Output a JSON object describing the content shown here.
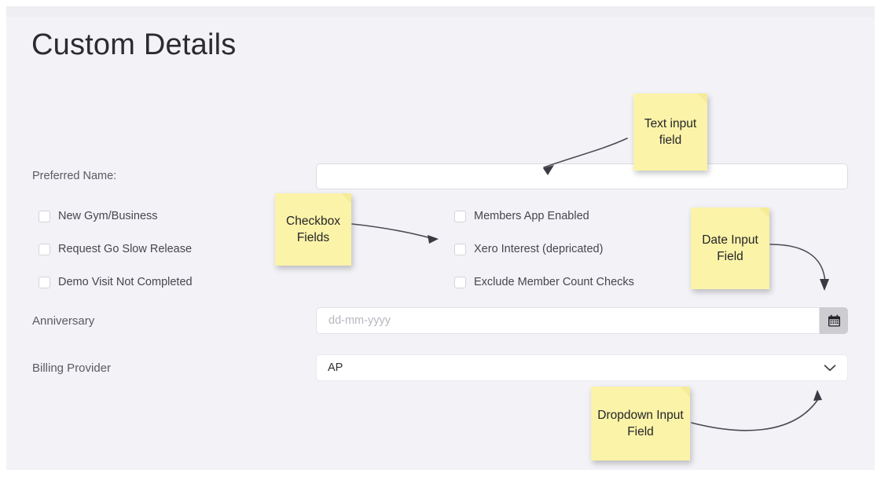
{
  "page": {
    "title": "Custom Details"
  },
  "form": {
    "preferred_name": {
      "label": "Preferred Name:",
      "value": "",
      "placeholder": ""
    },
    "anniversary": {
      "label": "Anniversary",
      "value": "",
      "placeholder": "dd-mm-yyyy",
      "button_icon": "calendar-icon"
    },
    "billing_provider": {
      "label": "Billing Provider",
      "value": "AP",
      "chevron_icon": "chevron-down-icon"
    },
    "checkboxes_left": [
      {
        "label": "New Gym/Business",
        "checked": false
      },
      {
        "label": "Request Go Slow Release",
        "checked": false
      },
      {
        "label": "Demo Visit Not Completed",
        "checked": false
      }
    ],
    "checkboxes_right": [
      {
        "label": "Members App Enabled",
        "checked": false
      },
      {
        "label": "Xero Interest (depricated)",
        "checked": false
      },
      {
        "label": "Exclude Member Count Checks",
        "checked": false
      }
    ]
  },
  "annotations": [
    {
      "id": "text-input",
      "text": "Text input field"
    },
    {
      "id": "checkbox",
      "text": "Checkbox Fields"
    },
    {
      "id": "date",
      "text": "Date Input Field"
    },
    {
      "id": "dropdown",
      "text": "Dropdown Input Field"
    }
  ],
  "colors": {
    "page_background": "#f2f2f7",
    "note_yellow": "#fbf3a8",
    "input_white": "#ffffff",
    "date_button_gray": "#cdcdd1",
    "label_text": "#5a5a63",
    "arrow_stroke": "#4b4b52"
  }
}
